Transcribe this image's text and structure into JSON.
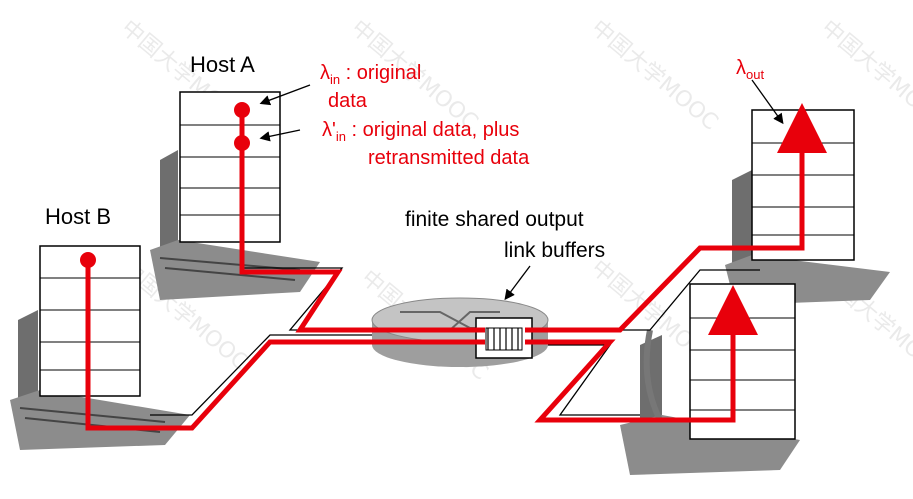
{
  "labels": {
    "host_a": "Host A",
    "host_b": "Host B",
    "lambda": "λ",
    "in_sub": "in",
    "out_sub": "out",
    "lambda_prime": "λ'",
    "lambda_in_desc_line1": " : original",
    "lambda_in_desc_line2": "data",
    "lambda_prime_desc_line1": " : original data, plus",
    "lambda_prime_desc_line2": "retransmitted data",
    "buffer_line1": "finite shared output",
    "buffer_line2": "link buffers"
  },
  "watermark": {
    "text": "中国大学MOOC"
  },
  "colors": {
    "flow_red": "#e8000b",
    "host_gray": "#8c8c8c",
    "router_gray": "#b8b8b8",
    "label_red": "#e8000b",
    "text_black": "#000000"
  }
}
